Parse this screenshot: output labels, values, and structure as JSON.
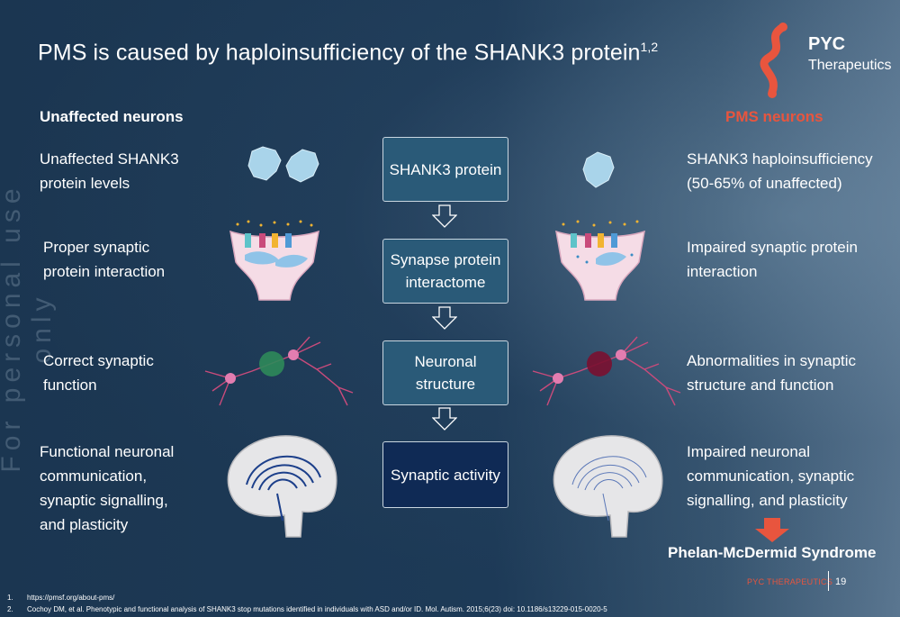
{
  "title": {
    "main": "PMS is caused by haploinsufficiency of the SHANK3 protein",
    "sup": "1,2"
  },
  "logo": {
    "line1": "PYC",
    "line2": "Therapeutics",
    "accent": "#e8553e"
  },
  "watermark": "For personal use only",
  "left_column": {
    "header": "Unaffected neurons",
    "items": [
      "Unaffected SHANK3 protein levels",
      "Proper synaptic protein interaction",
      "Correct synaptic function",
      "Functional neuronal communication, synaptic signalling, and plasticity"
    ]
  },
  "center_column": {
    "boxes": [
      "SHANK3 protein",
      "Synapse protein interactome",
      "Neuronal structure",
      "Synaptic activity"
    ]
  },
  "right_column": {
    "header": "PMS neurons",
    "items": [
      "SHANK3 haploinsufficiency (50-65% of unaffected)",
      "Impaired synaptic protein interaction",
      "Abnormalities in synaptic structure and function",
      "Impaired neuronal communication, synaptic signalling, and plasticity"
    ]
  },
  "outcome": "Phelan-McDermid Syndrome",
  "footer": {
    "brand": "PYC THERAPEUTICS",
    "page": "19"
  },
  "references": [
    {
      "num": "1.",
      "text": "https://pmsf.org/about-pms/"
    },
    {
      "num": "2.",
      "text": "Cochoy DM, et al. Phenotypic and functional analysis of SHANK3 stop mutations identified in individuals with ASD and/or ID. Mol. Autism. 2015;6(23) doi: 10.1186/s13229-015-0020-5"
    }
  ]
}
